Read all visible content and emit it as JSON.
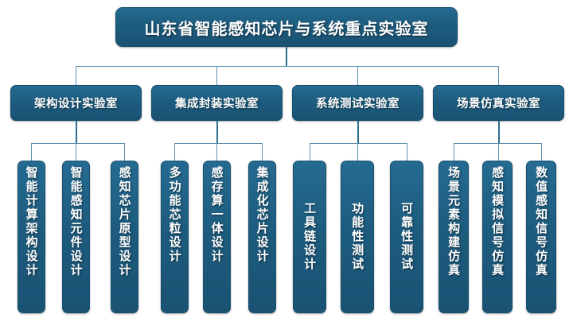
{
  "diagram": {
    "type": "organization-chart",
    "orientation": "top-down",
    "background_color": "#ffffff",
    "node_fill_color": "#1d5c7e",
    "node_text_color": "#ffffff",
    "connector_color": "#5b8fae",
    "root": {
      "label": "山东省智能感知芯片与系统重点实验室"
    },
    "groups": [
      {
        "label": "架构设计实验室",
        "leaves": [
          {
            "label": "智能计算架构设计"
          },
          {
            "label": "智能感知元件设计"
          },
          {
            "label": "感知芯片原型设计"
          }
        ]
      },
      {
        "label": "集成封装实验室",
        "leaves": [
          {
            "label": "多功能芯粒设计"
          },
          {
            "label": "感存算一体设计"
          },
          {
            "label": "集成化芯片设计"
          }
        ]
      },
      {
        "label": "系统测试实验室",
        "leaves": [
          {
            "label": "工具链设计"
          },
          {
            "label": "功能性测试"
          },
          {
            "label": "可靠性测试"
          }
        ]
      },
      {
        "label": "场景仿真实验室",
        "leaves": [
          {
            "label": "场景元素构建仿真"
          },
          {
            "label": "感知模拟信号仿真"
          },
          {
            "label": "数值感知信号仿真"
          }
        ]
      }
    ]
  }
}
